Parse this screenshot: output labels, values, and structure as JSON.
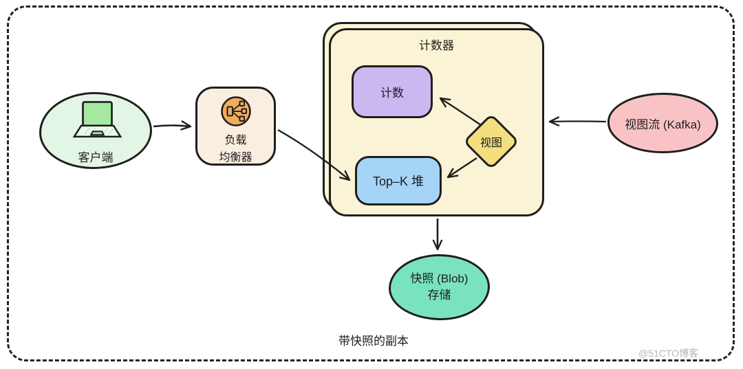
{
  "diagram": {
    "nodes": {
      "client": {
        "label": "客户端"
      },
      "load_balancer": {
        "line1": "负载",
        "line2": "均衡器"
      },
      "counter_container": {
        "title": "计数器"
      },
      "count_box": {
        "label": "计数"
      },
      "topk_box": {
        "label": "Top–K 堆"
      },
      "view_diamond": {
        "label": "视图"
      },
      "view_stream": {
        "label": "视图流 (Kafka)"
      },
      "snapshot": {
        "line1": "快照 (Blob)",
        "line2": "存储"
      }
    },
    "edges": [
      {
        "from": "client",
        "to": "load_balancer"
      },
      {
        "from": "load_balancer",
        "to": "topk_box"
      },
      {
        "from": "view_diamond",
        "to": "count_box"
      },
      {
        "from": "view_diamond",
        "to": "topk_box"
      },
      {
        "from": "view_stream",
        "to": "counter_container"
      },
      {
        "from": "counter_container",
        "to": "snapshot"
      }
    ],
    "caption": "带快照的副本",
    "watermark": "@51CTO博客",
    "colors": {
      "stroke": "#1e1e1e",
      "frame_dash": "#222222",
      "client_fill": "#e3f5e5",
      "laptop_screen_fill": "#a5e8a0",
      "load_balancer_fill": "#faeee0",
      "lb_icon_fill": "#f2ac60",
      "counter_fill": "#fbf3d5",
      "count_fill": "#cbb8f0",
      "topk_fill": "#a6d4f6",
      "diamond_fill": "#f4df80",
      "kafka_fill": "#f9c3c5",
      "snapshot_fill": "#79e3c0",
      "watermark_color": "#b6b6b6"
    }
  }
}
